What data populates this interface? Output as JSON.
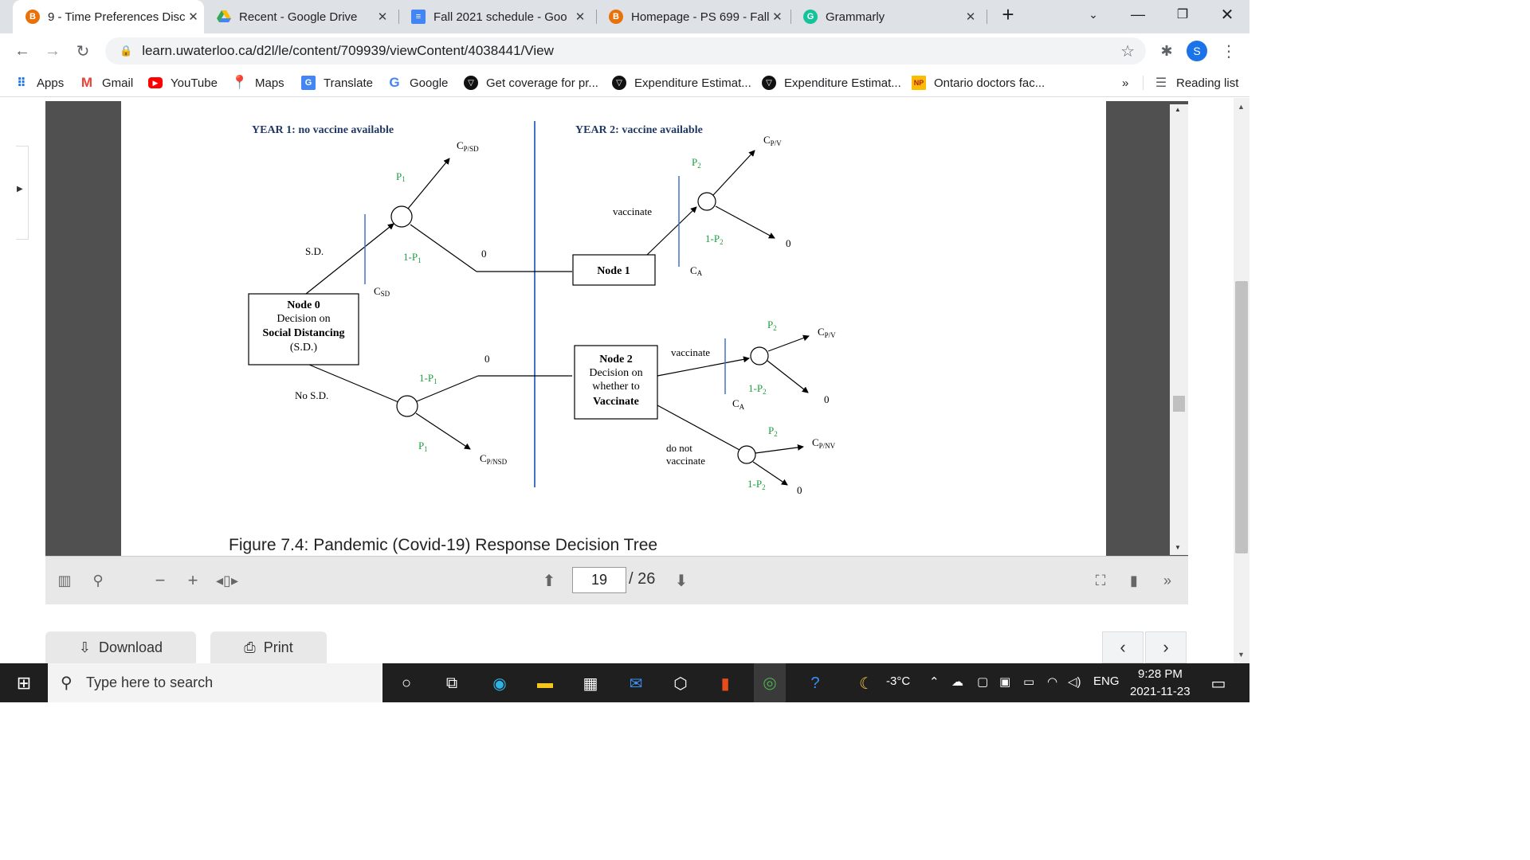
{
  "tabs": [
    {
      "title": "9 - Time Preferences Disc",
      "icon": "b-icon",
      "active": true
    },
    {
      "title": "Recent - Google Drive",
      "icon": "google-drive-icon"
    },
    {
      "title": "Fall 2021 schedule - Goo",
      "icon": "google-docs-icon"
    },
    {
      "title": "Homepage - PS 699 - Fall",
      "icon": "b-icon"
    },
    {
      "title": "Grammarly",
      "icon": "grammarly-icon"
    }
  ],
  "url": "learn.uwaterloo.ca/d2l/le/content/709939/viewContent/4038441/View",
  "profile_initial": "S",
  "bookmarks": [
    "Apps",
    "Gmail",
    "YouTube",
    "Maps",
    "Translate",
    "Google",
    "Get coverage for pr...",
    "Expenditure Estimat...",
    "Expenditure Estimat...",
    "Ontario doctors fac..."
  ],
  "bookmarks_overflow": "»",
  "reading_list": "Reading list",
  "figure": {
    "year1": "YEAR 1: no vaccine available",
    "year2": "YEAR 2: vaccine available",
    "node0": [
      "Node 0",
      "Decision on",
      "Social Distancing",
      "(S.D.)"
    ],
    "node1": "Node 1",
    "node2": [
      "Node 2",
      "Decision on",
      "whether to",
      "Vaccinate"
    ],
    "labels": {
      "sd": "S.D.",
      "nosd": "No S.D.",
      "csd": "C",
      "csd_sub": "SD",
      "p1": "P",
      "p1_sub": "1",
      "one_p1": "1-P",
      "one_p1_sub": "1",
      "zero": "0",
      "cpsd": "C",
      "cpsd_sub": "P/SD",
      "cpnsd": "C",
      "cpnsd_sub": "P/NSD",
      "vaccinate": "vaccinate",
      "do_not": "do not",
      "vaccinate2": "vaccinate",
      "p2": "P",
      "p2_sub": "2",
      "one_p2": "1-P",
      "one_p2_sub": "2",
      "ca": "C",
      "ca_sub": "A",
      "cpv": "C",
      "cpv_sub": "P/V",
      "cpnv": "C",
      "cpnv_sub": "P/NV"
    },
    "caption": "Figure 7.4: Pandemic (Covid-19) Response Decision Tree"
  },
  "viewer": {
    "page": "19",
    "total": "/ 26"
  },
  "buttons": {
    "download": "Download",
    "print": "Print"
  },
  "taskbar": {
    "search_placeholder": "Type here to search",
    "temperature": "-3°C",
    "lang": "ENG",
    "time": "9:28 PM",
    "date": "2021-11-23"
  }
}
